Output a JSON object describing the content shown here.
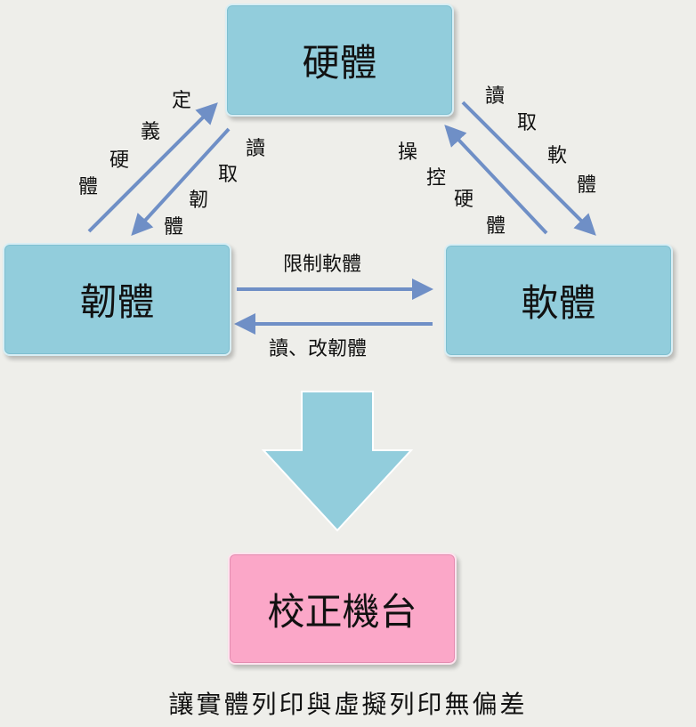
{
  "nodes": {
    "hardware": "硬體",
    "firmware": "韌體",
    "software": "軟體",
    "calibration": "校正機台"
  },
  "edges": {
    "firmware_to_hardware": "定義硬體",
    "hardware_to_firmware": "讀取韌體",
    "software_to_hardware": "操控硬體",
    "hardware_to_software": "讀取軟體",
    "firmware_to_software": "限制軟體",
    "software_to_firmware": "讀、改韌體"
  },
  "caption": "讓實體列印與虛擬列印無偏差",
  "colors": {
    "node_blue": "#92cddc",
    "node_pink": "#fba7c8",
    "arrow": "#6f8fc6",
    "big_arrow": "#92cddc",
    "background": "#eeeeea"
  }
}
